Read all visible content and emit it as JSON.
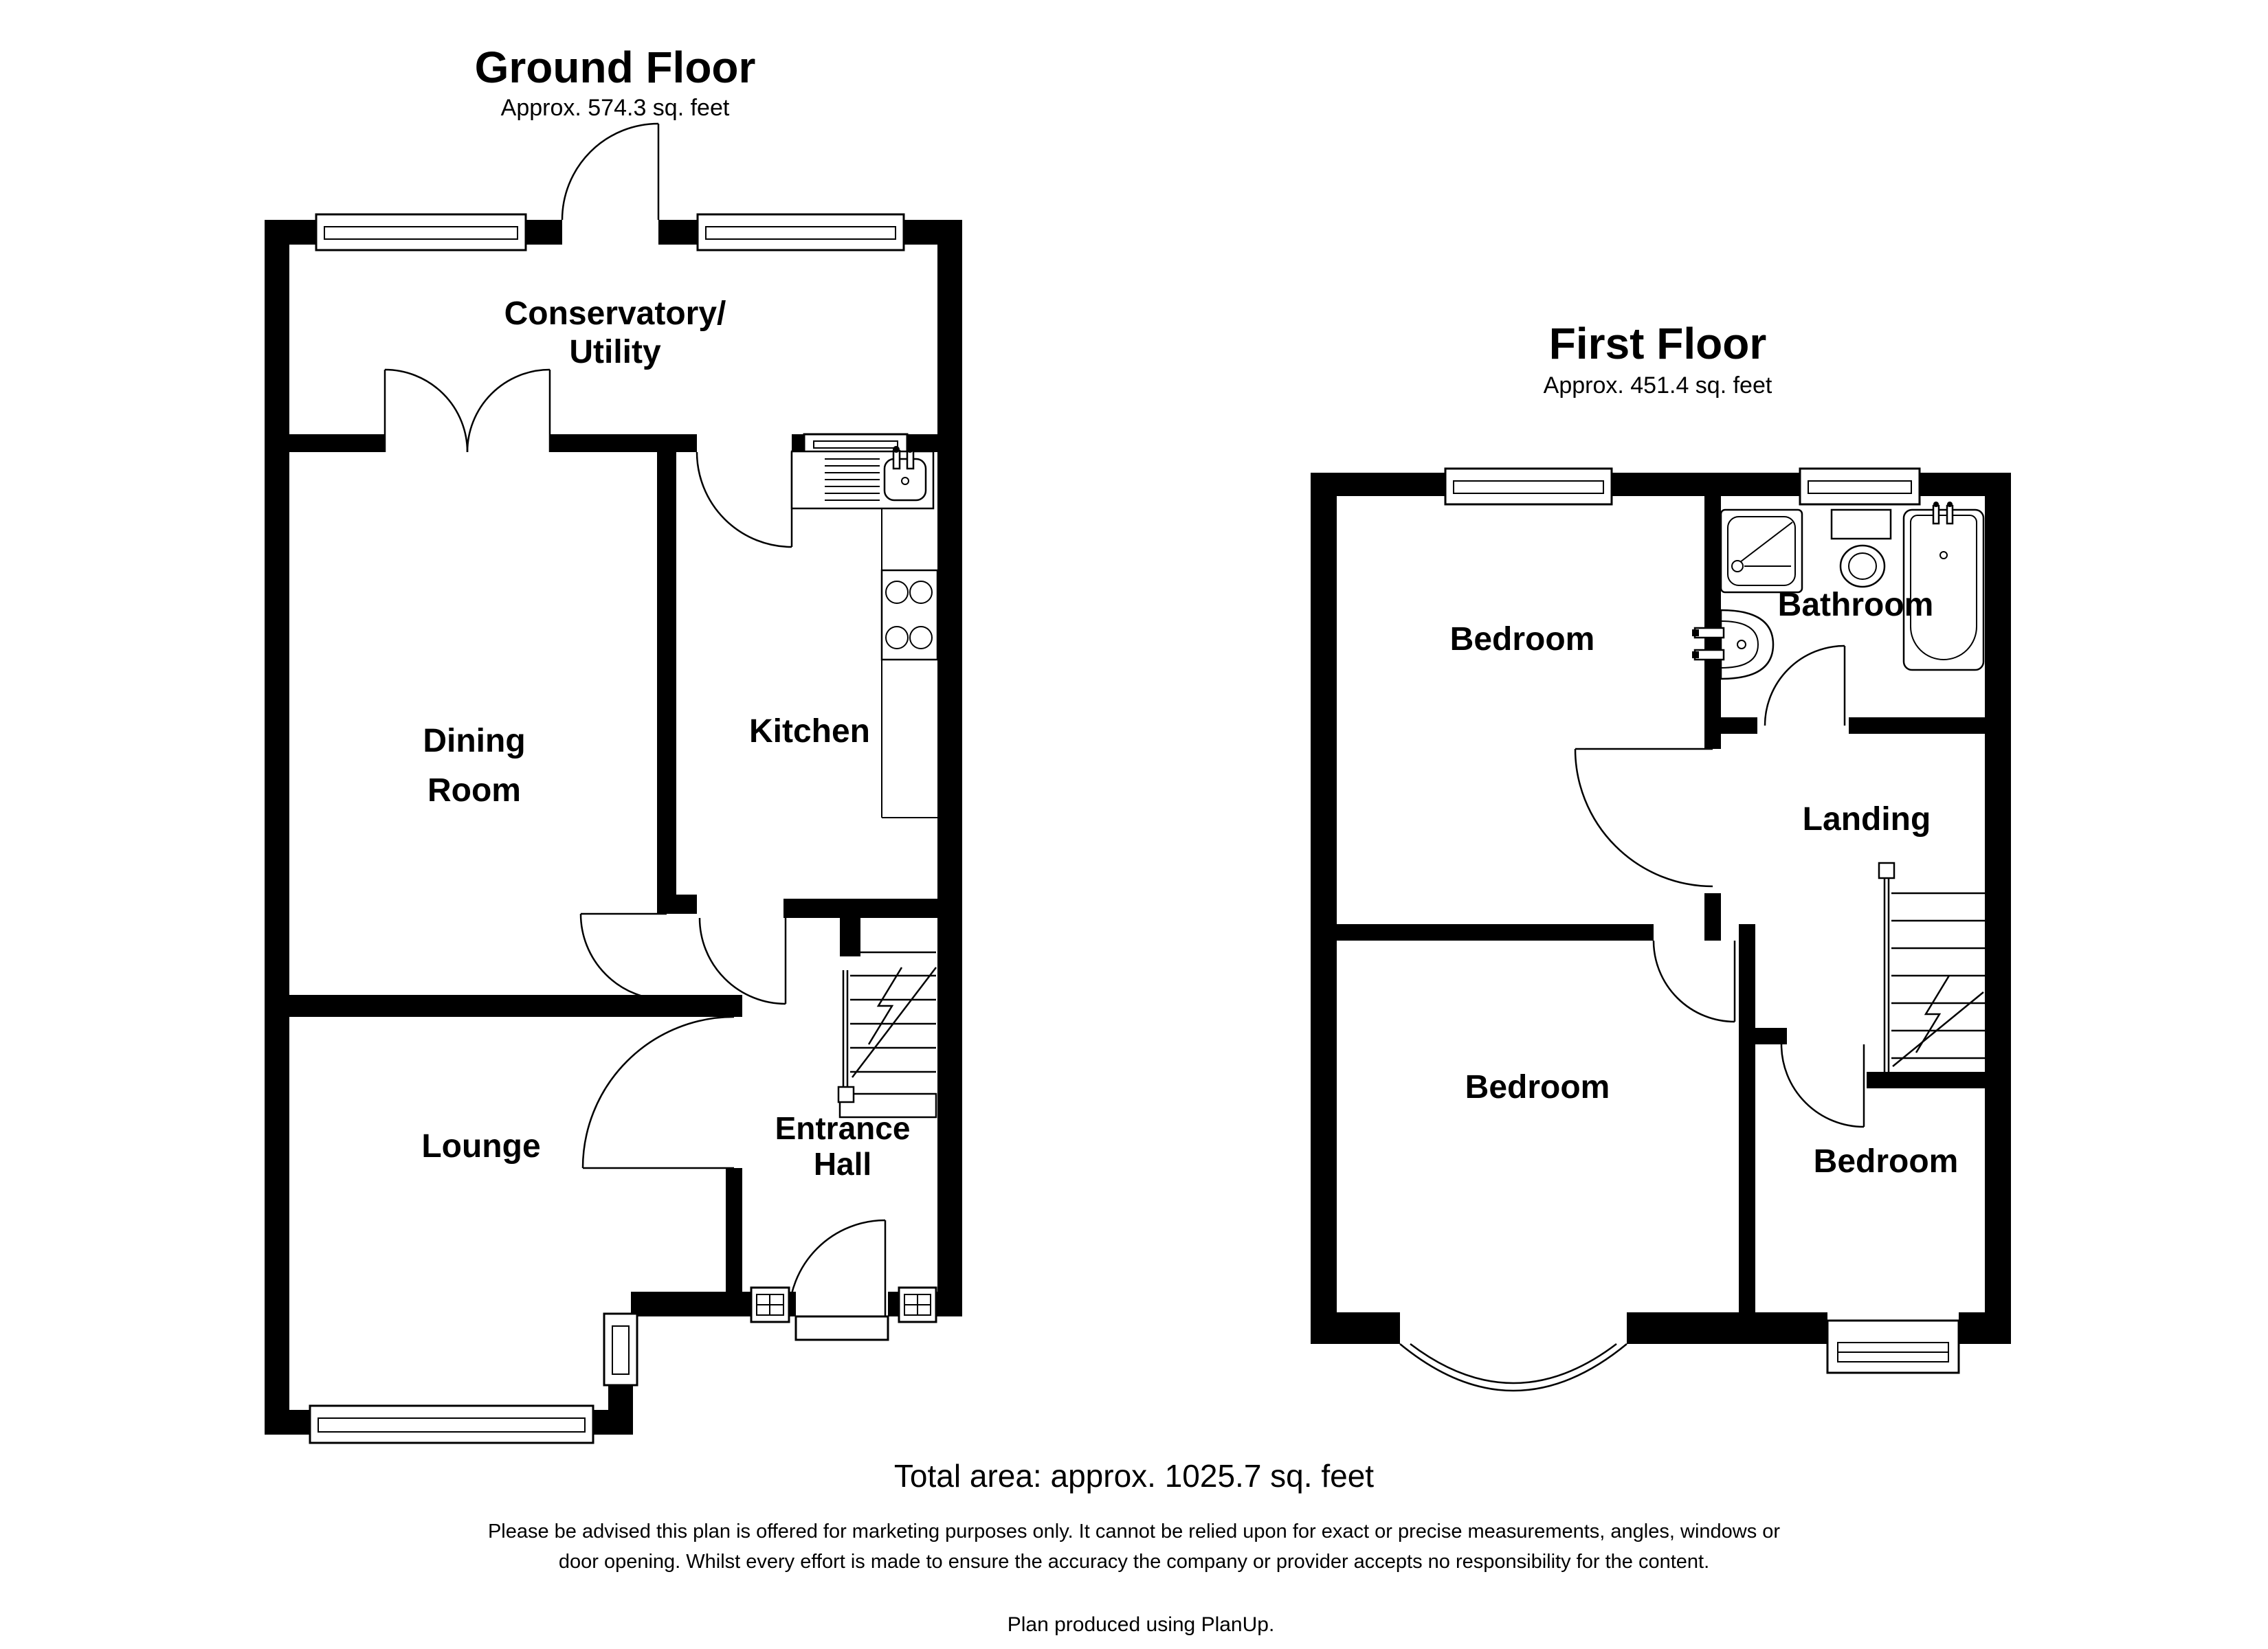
{
  "ground_floor": {
    "title": "Ground Floor",
    "area": "Approx. 574.3 sq. feet",
    "rooms": {
      "conservatory_line1": "Conservatory/",
      "conservatory_line2": "Utility",
      "dining_line1": "Dining",
      "dining_line2": "Room",
      "kitchen": "Kitchen",
      "lounge": "Lounge",
      "hall_line1": "Entrance",
      "hall_line2": "Hall"
    }
  },
  "first_floor": {
    "title": "First Floor",
    "area": "Approx. 451.4 sq. feet",
    "rooms": {
      "bedroom1": "Bedroom",
      "bathroom": "Bathroom",
      "landing": "Landing",
      "bedroom2": "Bedroom",
      "bedroom3": "Bedroom"
    }
  },
  "footer": {
    "total_area": "Total area: approx. 1025.7 sq. feet",
    "disclaimer_line1": "Please be advised this plan is offered for marketing purposes only. It cannot be relied upon for exact or precise measurements, angles, windows or",
    "disclaimer_line2": "door opening. Whilst every effort is made to ensure the accuracy the company or provider accepts no responsibility for the content.",
    "credit": "Plan produced using PlanUp."
  },
  "colors": {
    "walls": "#000000",
    "background": "#ffffff"
  }
}
